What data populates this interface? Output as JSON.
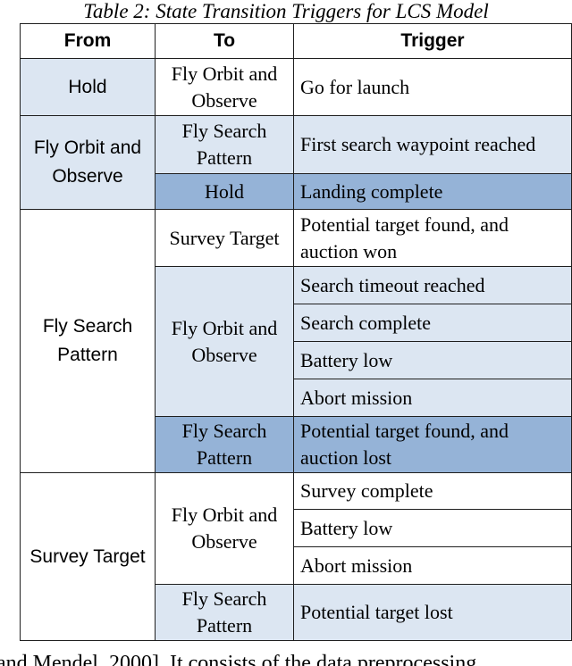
{
  "caption": "Table 2: State Transition Triggers for LCS Model",
  "headers": {
    "from": "From",
    "to": "To",
    "trigger": "Trigger"
  },
  "rows": [
    {
      "from": "Hold",
      "to": "Fly Orbit and Observe",
      "trigger": "Go for launch"
    },
    {
      "from": "Fly Orbit and Observe",
      "to": "Fly Search Pattern",
      "trigger": "First search waypoint reached"
    },
    {
      "to": "Hold",
      "trigger": "Landing complete"
    },
    {
      "from": "Fly Search Pattern",
      "to": "Survey Target",
      "trigger": "Potential target found, and auction won"
    },
    {
      "to": "Fly Orbit and Observe",
      "trigger": "Search timeout reached"
    },
    {
      "trigger": "Search complete"
    },
    {
      "trigger": "Battery low"
    },
    {
      "trigger": "Abort mission"
    },
    {
      "to": "Fly Search Pattern",
      "trigger": "Potential target found, and auction lost"
    },
    {
      "from": "Survey Target",
      "to": "Fly Orbit and Observe",
      "trigger": "Survey complete"
    },
    {
      "trigger": "Battery low"
    },
    {
      "trigger": "Abort mission"
    },
    {
      "to": "Fly Search Pattern",
      "trigger": "Potential target lost"
    }
  ],
  "footer_text": "and Mendel, 2000]. It consists of the data preprocessing",
  "colors": {
    "light_fill": "#dce6f2",
    "dark_fill": "#95b3d7",
    "border": "#1f1f1f"
  }
}
